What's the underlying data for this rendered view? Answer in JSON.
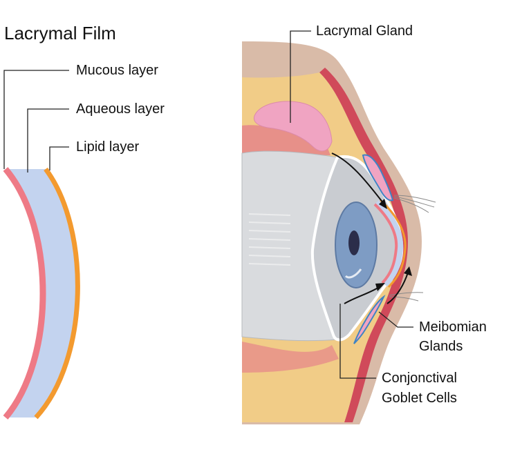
{
  "film_title": "Lacrymal Film",
  "film_layers": {
    "mucous": "Mucous layer",
    "aqueous": "Aqueous layer",
    "lipid": "Lipid layer"
  },
  "eye_labels": {
    "lacrymal_gland": "Lacrymal Gland",
    "meibomian_glands": [
      "Meibomian",
      "Glands"
    ],
    "goblet_cells": [
      "Conjonctival",
      "Goblet Cells"
    ]
  },
  "colors": {
    "mucous": "#ee7a86",
    "aqueous": "#c3d3ef",
    "lipid": "#f39a2f",
    "fat": "#f1cc87",
    "skin": "#d9bba8",
    "muscle": "#d04a5a",
    "gland": "#f0a4c2",
    "eyeball": "#d9dbde",
    "iris": "#7e9cc4"
  }
}
